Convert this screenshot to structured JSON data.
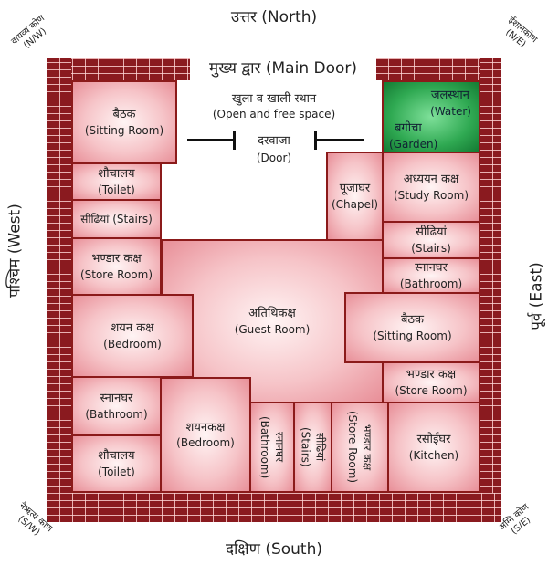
{
  "directions": {
    "north": "उत्तर (North)",
    "south": "दक्षिण (South)",
    "west": "पश्चिम (West)",
    "east": "पूर्व (East)",
    "nw_hi": "वायव्य कोण",
    "nw_en": "(N/W)",
    "ne_hi": "ईशानकोण",
    "ne_en": "(N/E)",
    "sw_hi": "नैऋत्य कोण",
    "sw_en": "(S/W)",
    "se_hi": "अग्नि कोण",
    "se_en": "(S/E)"
  },
  "main_door": "मुख्य द्वार (Main Door)",
  "open_space_hi": "खुला व खाली स्थान",
  "open_space_en": "(Open and free space)",
  "door_hi": "दरवाजा",
  "door_en": "(Door)",
  "rooms": {
    "sitting_left": {
      "hi": "बैठक",
      "en": "(Sitting Room)"
    },
    "toilet_top": {
      "hi": "शौचालय",
      "en": "(Toilet)"
    },
    "stairs_left": {
      "hi": "सीढियां",
      "en": "(Stairs)"
    },
    "store_left": {
      "hi": "भण्डार कक्ष",
      "en": "(Store Room)"
    },
    "bedroom_left": {
      "hi": "शयन कक्ष",
      "en": "(Bedroom)"
    },
    "bathroom_left": {
      "hi": "स्नानघर",
      "en": "(Bathroom)"
    },
    "toilet_bottom": {
      "hi": "शौचालय",
      "en": "(Toilet)"
    },
    "bedroom_bottom": {
      "hi": "शयनकक्ष",
      "en": "(Bedroom)"
    },
    "guest": {
      "hi": "अतिथिकक्ष",
      "en": "(Guest Room)"
    },
    "bathroom_vert": {
      "hi": "स्नानघर",
      "en": "(Bathroom)"
    },
    "stairs_vert": {
      "hi": "सीढियां",
      "en": "(Stairs)"
    },
    "store_vert": {
      "hi": "भण्डार कक्ष",
      "en": "(Store Room)"
    },
    "kitchen": {
      "hi": "रसोईघर",
      "en": "(Kitchen)"
    },
    "chapel": {
      "hi": "पूजाघर",
      "en": "(Chapel)"
    },
    "study": {
      "hi": "अध्ययन कक्ष",
      "en": "(Study Room)"
    },
    "stairs_right": {
      "hi": "सीढियां",
      "en": "(Stairs)"
    },
    "bathroom_right": {
      "hi": "स्नानघर",
      "en": "(Bathroom)"
    },
    "sitting_right": {
      "hi": "बैठक",
      "en": "(Sitting Room)"
    },
    "store_right": {
      "hi": "भण्डार कक्ष",
      "en": "(Store Room)"
    },
    "water": {
      "hi": "जलस्थान",
      "en": "(Water)"
    },
    "garden": {
      "hi": "बगीचा",
      "en": "(Garden)"
    }
  },
  "colors": {
    "brick": "#8a1a1f",
    "room_border": "#8b1a1a",
    "room_fill": "#f6c4c8",
    "garden": "#2fa952"
  }
}
